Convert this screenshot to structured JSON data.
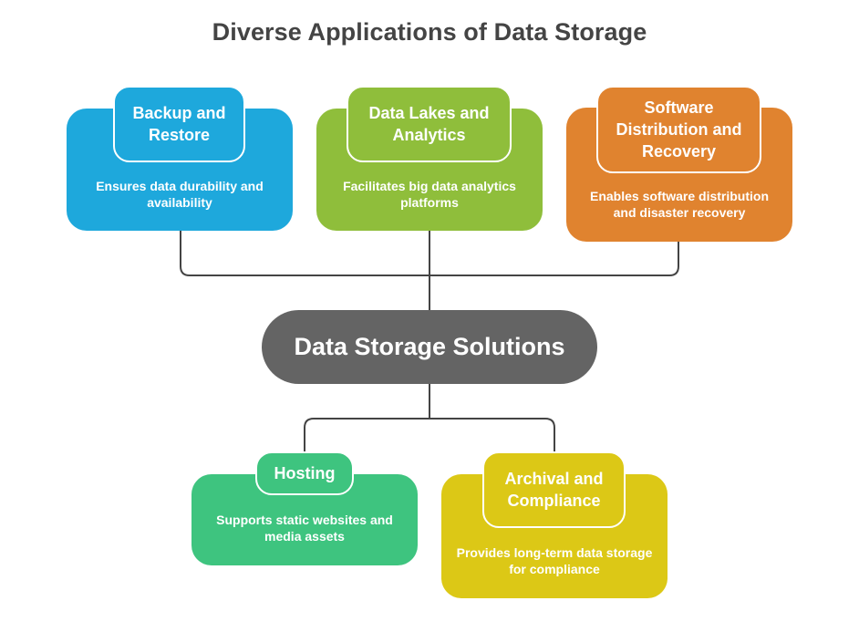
{
  "title": "Diverse Applications of Data Storage",
  "hub": {
    "label": "Data Storage Solutions",
    "color": "#646464"
  },
  "applications": [
    {
      "title": "Backup and Restore",
      "description": "Ensures data durability and availability",
      "color": "#1ea8dc"
    },
    {
      "title": "Data Lakes and Analytics",
      "description": "Facilitates big data analytics platforms",
      "color": "#8fbe3b"
    },
    {
      "title": "Software Distribution and Recovery",
      "description": "Enables software distribution and disaster recovery",
      "color": "#e0832f"
    },
    {
      "title": "Hosting",
      "description": "Supports static websites and media assets",
      "color": "#3ec47f"
    },
    {
      "title": "Archival and Compliance",
      "description": "Provides long-term data storage for compliance",
      "color": "#dcc816"
    }
  ],
  "connector_color": "#444444"
}
